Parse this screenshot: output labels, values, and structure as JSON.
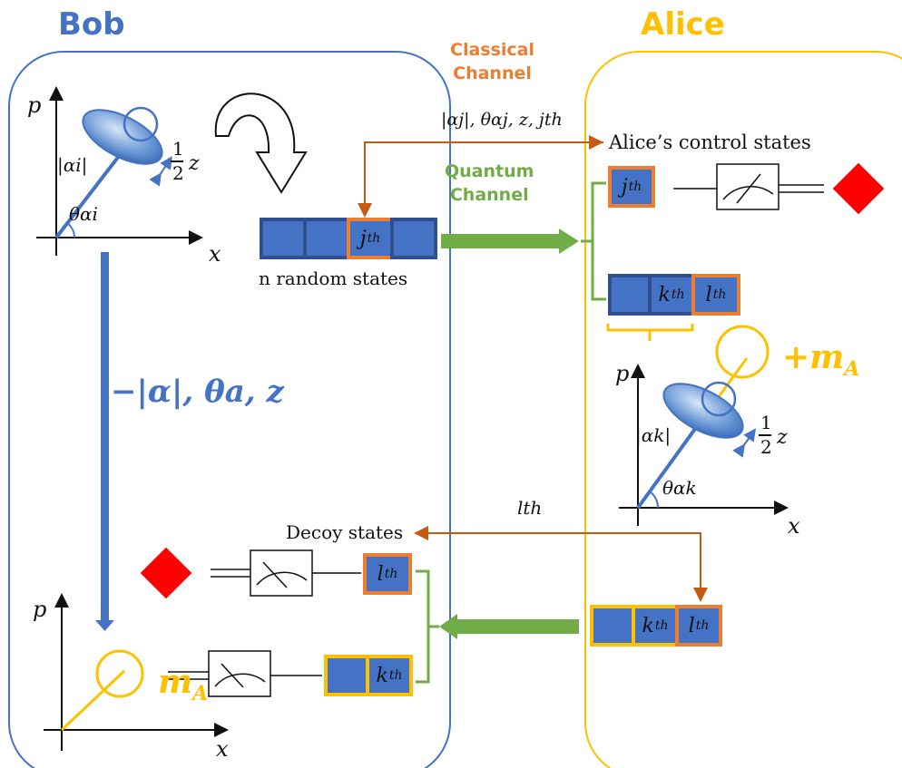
{
  "bob": {
    "title": "Bob",
    "title_color": "#4472c4",
    "n_random_states": "n random states",
    "decoy_states": "Decoy states",
    "m_A": "m",
    "m_A_sub": "A",
    "label_alpha_theta_z": "−|α|, θa, z"
  },
  "alice": {
    "title": "Alice",
    "title_color": "#ffc000",
    "control_states": "Alice’s control states",
    "plus_m_A": "+m",
    "plus_m_A_sub": "A"
  },
  "channels": {
    "classical": "Classical\nChannel",
    "classical_color": "#ed7d31",
    "quantum": "Quantum\nChannel",
    "quantum_color": "#70ad47"
  },
  "messages": {
    "classical_msg": "|αj|, θαj, z, jth",
    "lth_msg": "lth"
  },
  "cells": {
    "jth": "j",
    "kth": "k",
    "lth": "l",
    "th": "th"
  },
  "axes": {
    "x": "x",
    "p": "p"
  },
  "phase": {
    "alpha_i": "|αi|",
    "alpha_k": "|αk|",
    "half": "1",
    "two": "2",
    "z": "z",
    "theta_alpha_i": "θαi",
    "theta_alpha_k": "θαk"
  },
  "colors": {
    "blue": "#4472c4",
    "dark_blue": "#2f4f8f",
    "orange": "#ed7d31",
    "yellow": "#ffc000",
    "green": "#70ad47",
    "red": "#ff0000"
  }
}
